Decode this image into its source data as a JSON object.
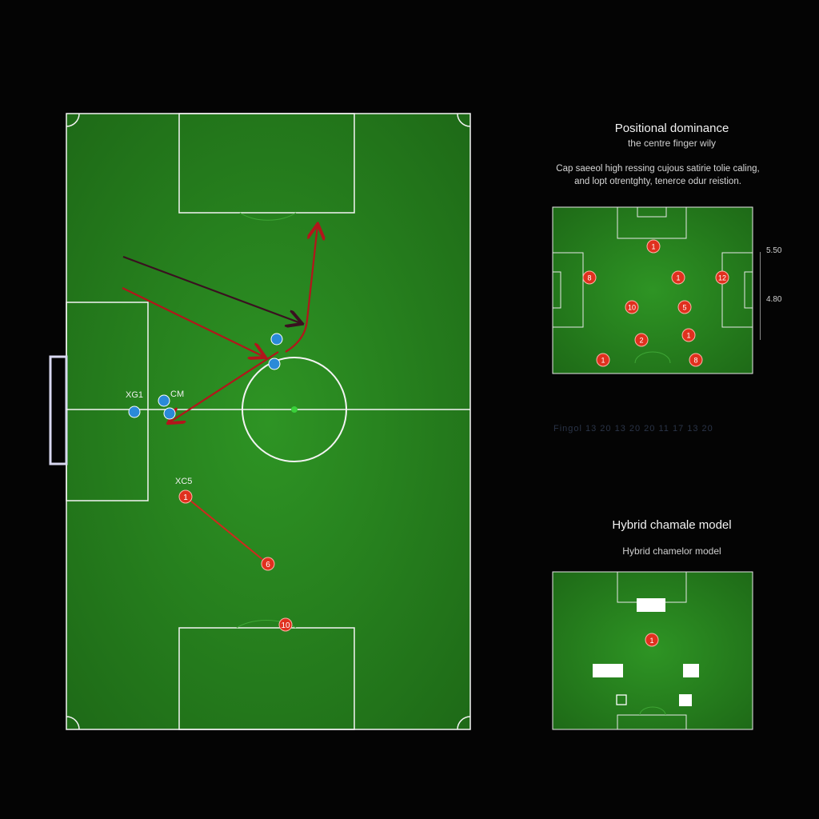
{
  "main_pitch": {
    "labels": {
      "xg1": "XG1",
      "cm": "CM",
      "xc5": "XC5"
    },
    "red_markers": [
      {
        "text": "1"
      },
      {
        "text": "6"
      },
      {
        "text": "10"
      }
    ]
  },
  "panel_top": {
    "title": "Positional dominance",
    "subtitle": "the centre finger wily",
    "description_line1": "Cap saeeol high ressing cujous satirie tolie caling,",
    "description_line2": "and lopt otrentghty, tenerce odur reistion.",
    "scale_top": "5.50",
    "scale_bottom": "4.80",
    "players": [
      "1",
      "8",
      "1",
      "12",
      "10",
      "5",
      "2",
      "1",
      "1",
      "8"
    ],
    "timeline": "Fingol 13 20 13 20 20 11 17 13 20"
  },
  "panel_bottom": {
    "title": "Hybrid chamale model",
    "subtitle": "Hybrid chamelor model",
    "players": [
      "1"
    ]
  },
  "colors": {
    "pitch": "#2c8a22",
    "pitch_dark": "#1f6e18",
    "line": "#f4f4f4",
    "arrow_red": "#b3151b",
    "arrow_dark": "#3a1020",
    "player_blue": "#2a8ad8",
    "marker_red": "#e0301e",
    "ball": "#3ad13a"
  }
}
